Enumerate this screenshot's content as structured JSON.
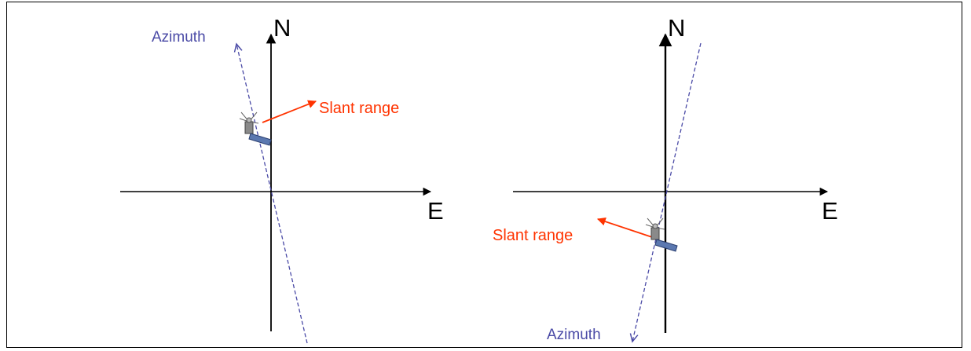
{
  "colors": {
    "azimuth": "#4a4aa6",
    "slant_range": "#ff3300",
    "axis": "#000000"
  },
  "left_panel": {
    "north_label": "N",
    "east_label": "E",
    "azimuth_label": "Azimuth",
    "slant_range_label": "Slant range",
    "icon": "satellite-icon"
  },
  "right_panel": {
    "north_label": "N",
    "east_label": "E",
    "azimuth_label": "Azimuth",
    "slant_range_label": "Slant range",
    "icon": "satellite-icon"
  }
}
